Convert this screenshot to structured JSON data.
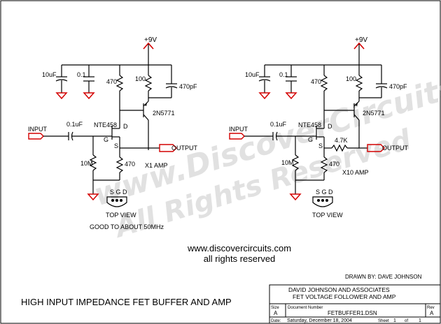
{
  "watermark": {
    "line1": "www.DiscoverCircuits.com",
    "line2": "All Rights Reserved"
  },
  "circuit_left": {
    "supply": "+9V",
    "c1": "10uF",
    "c2": "0.1",
    "r_drain": "470",
    "r_source_top": "100",
    "c_bypass": "470pF",
    "q2": "2N5771",
    "q1": "NTE458",
    "c_in": "0.1uF",
    "input": "INPUT",
    "output": "OUTPUT",
    "pin_d": "D",
    "pin_g": "G",
    "pin_s": "S",
    "r_gate": "10M",
    "r_source": "470",
    "gain": "X1 AMP",
    "pkg_pins": "S G D",
    "top_view": "TOP VIEW",
    "note": "GOOD TO ABOUT 50MHz"
  },
  "circuit_right": {
    "supply": "+9V",
    "c1": "10uF",
    "c2": "0.1",
    "r_drain": "470",
    "r_source_top": "100",
    "c_bypass": "470pF",
    "q2": "2N5771",
    "q1": "NTE458",
    "c_in": "0.1uF",
    "input": "INPUT",
    "output": "OUTPUT",
    "pin_d": "D",
    "pin_g": "G",
    "pin_s": "S",
    "r_feedback": "4.7K",
    "r_gate": "10M",
    "r_source": "470",
    "gain": "X10 AMP",
    "pkg_pins": "S G D",
    "top_view": "TOP VIEW"
  },
  "website": "www.discovercircuits.com",
  "rights": "all rights reserved",
  "drawn_by": "DRAWN BY: DAVE JOHNSON",
  "title": "HIGH INPUT IMPEDANCE FET BUFFER AND AMP",
  "title_block": {
    "company": "DAVID JOHNSON AND ASSOCIATES",
    "subtitle": "FET VOLTAGE FOLLOWER AND AMP",
    "size_label": "Size",
    "size": "A",
    "docnum_label": "Document Number",
    "docnum": "FETBUFFER1.DSN",
    "rev_label": "Rev",
    "rev": "A",
    "date_label": "Date:",
    "date": "Saturday, December 18, 2004",
    "sheet_label": "Sheet",
    "sheet": "1",
    "of_label": "of",
    "of": "1"
  },
  "colors": {
    "wire": "#000000",
    "ground": "#d40000",
    "border": "#000000"
  }
}
